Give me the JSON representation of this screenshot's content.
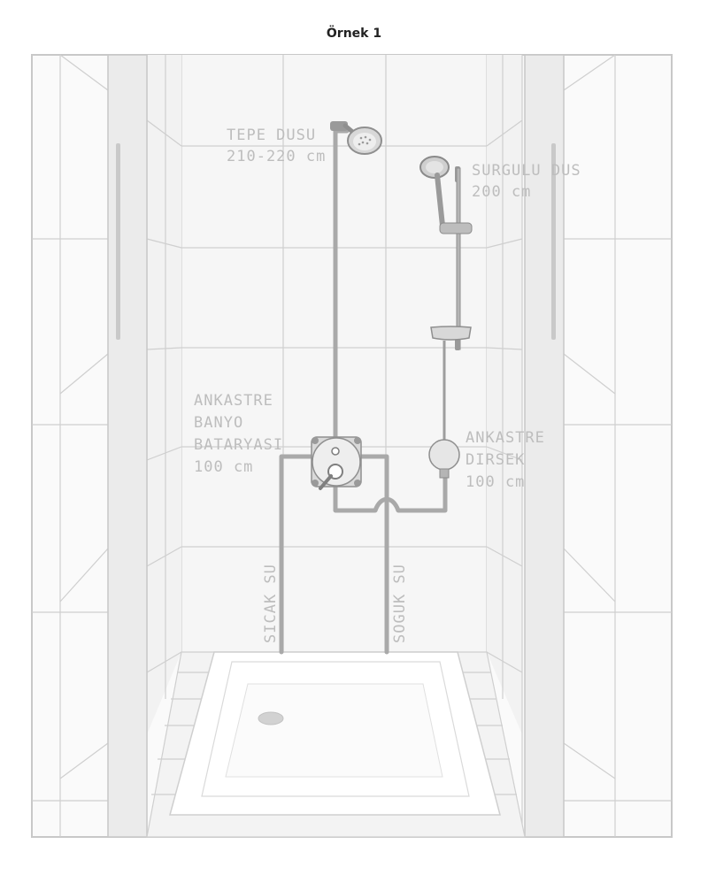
{
  "title": "Örnek 1",
  "labels": {
    "tepe_dusu": {
      "line1": "TEPE DUSU",
      "line2": "210-220 cm"
    },
    "surgulu_dus": {
      "line1": "SURGULU DUS",
      "line2": "200 cm"
    },
    "batarya": {
      "line1": "ANKASTRE",
      "line2": "BANYO",
      "line3": "BATARYASI",
      "line4": "100 cm"
    },
    "dirsek": {
      "line1": "ANKASTRE",
      "line2": "DIRSEK",
      "line3": "100 cm"
    },
    "sicak_su": "SICAK SU",
    "soguk_su": "SOGUK SU"
  }
}
